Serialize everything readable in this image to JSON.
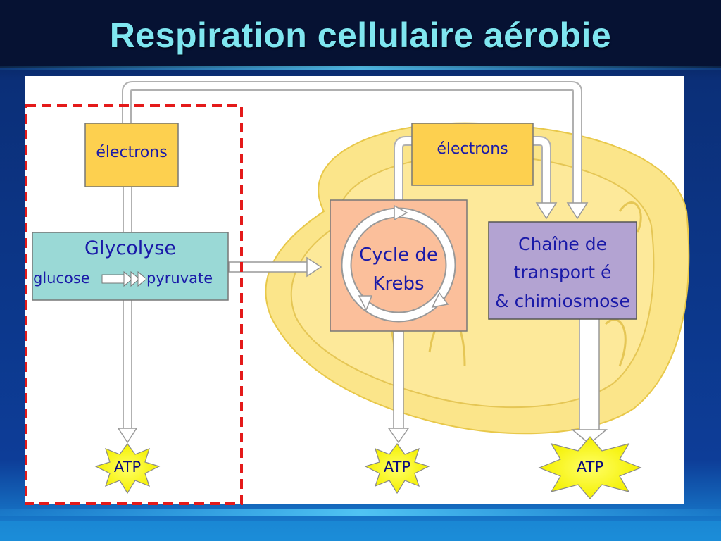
{
  "title": "Respiration cellulaire aérobie",
  "glycolysis": {
    "electrons_label": "électrons",
    "title": "Glycolyse",
    "from": "glucose",
    "to": "pyruvate",
    "atp_label": "ATP"
  },
  "krebs": {
    "electrons_label": "électrons",
    "title_line1": "Cycle de",
    "title_line2": "Krebs",
    "atp_label": "ATP"
  },
  "electron_transport": {
    "line1": "Chaîne de",
    "line2": "transport é",
    "line3": "& chimiosmose",
    "atp_label": "ATP"
  },
  "colors": {
    "title": "#7fe6f0",
    "background": "#0a2a6e",
    "electrons_box": "#fdd04f",
    "glycolysis_box": "#9ad9d6",
    "krebs_box": "#fbbf9b",
    "transport_box": "#b3a3d2",
    "mitochondrion": "#fbe58a",
    "atp_star": "#ffff1a",
    "dashed_frame": "#e41a1a",
    "text": "#1a1aa8"
  }
}
